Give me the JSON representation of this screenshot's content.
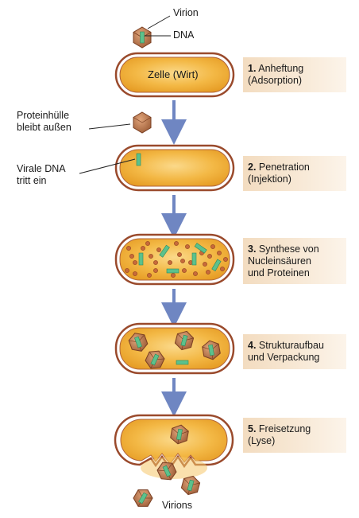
{
  "labels": {
    "virion": "Virion",
    "dna": "DNA",
    "cell": "Zelle (Wirt)",
    "protein_coat": [
      "Proteinhülle",
      "bleibt außen"
    ],
    "viral_dna": [
      "Virale DNA",
      "tritt ein"
    ],
    "virions": "Virions"
  },
  "steps": [
    {
      "num": "1.",
      "lines": [
        "Anheftung",
        "(Adsorption)"
      ]
    },
    {
      "num": "2.",
      "lines": [
        "Penetration",
        "(Injektion)"
      ]
    },
    {
      "num": "3.",
      "lines": [
        "Synthese von",
        "Nucleinsäuren",
        "und Proteinen"
      ]
    },
    {
      "num": "4.",
      "lines": [
        "Strukturaufbau",
        "und Verpackung"
      ]
    },
    {
      "num": "5.",
      "lines": [
        "Freisetzung",
        "(Lyse)"
      ]
    }
  ],
  "colors": {
    "cell_fill": "#f2b640",
    "cell_outline": "#9a4a2c",
    "capsid": "#b8734a",
    "dna": "#5cc18c",
    "arrow": "#6f86c2",
    "step_box": "#f3dcc0"
  }
}
